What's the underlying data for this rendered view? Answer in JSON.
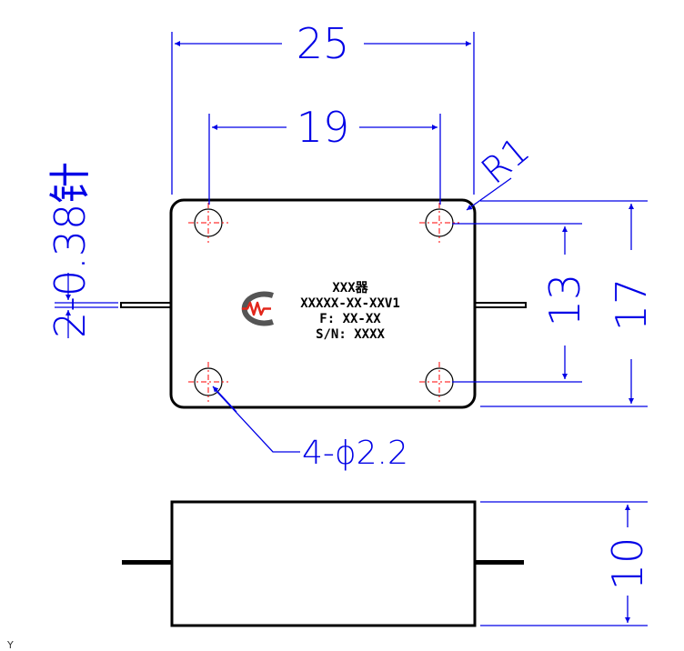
{
  "drawing": {
    "colors": {
      "outline": "#000000",
      "dimension": "#0000e6",
      "center_mark": "#ff0000",
      "logo_red": "#e2261b",
      "logo_gray": "#555555"
    },
    "dimensions": {
      "width_outer": "25",
      "width_holes": "19",
      "height_holes": "13",
      "height_outer": "17",
      "corner_radius": "R1",
      "mounting_holes": "4-ϕ2.2",
      "pins": "2-0.38针",
      "thickness": "10"
    },
    "label": {
      "line1": "XXX器",
      "line2": "XXXXX-XX-XXV1",
      "line3": "F: XX-XX",
      "line4": "S/N: XXXX"
    },
    "corner_mark": "Y"
  }
}
